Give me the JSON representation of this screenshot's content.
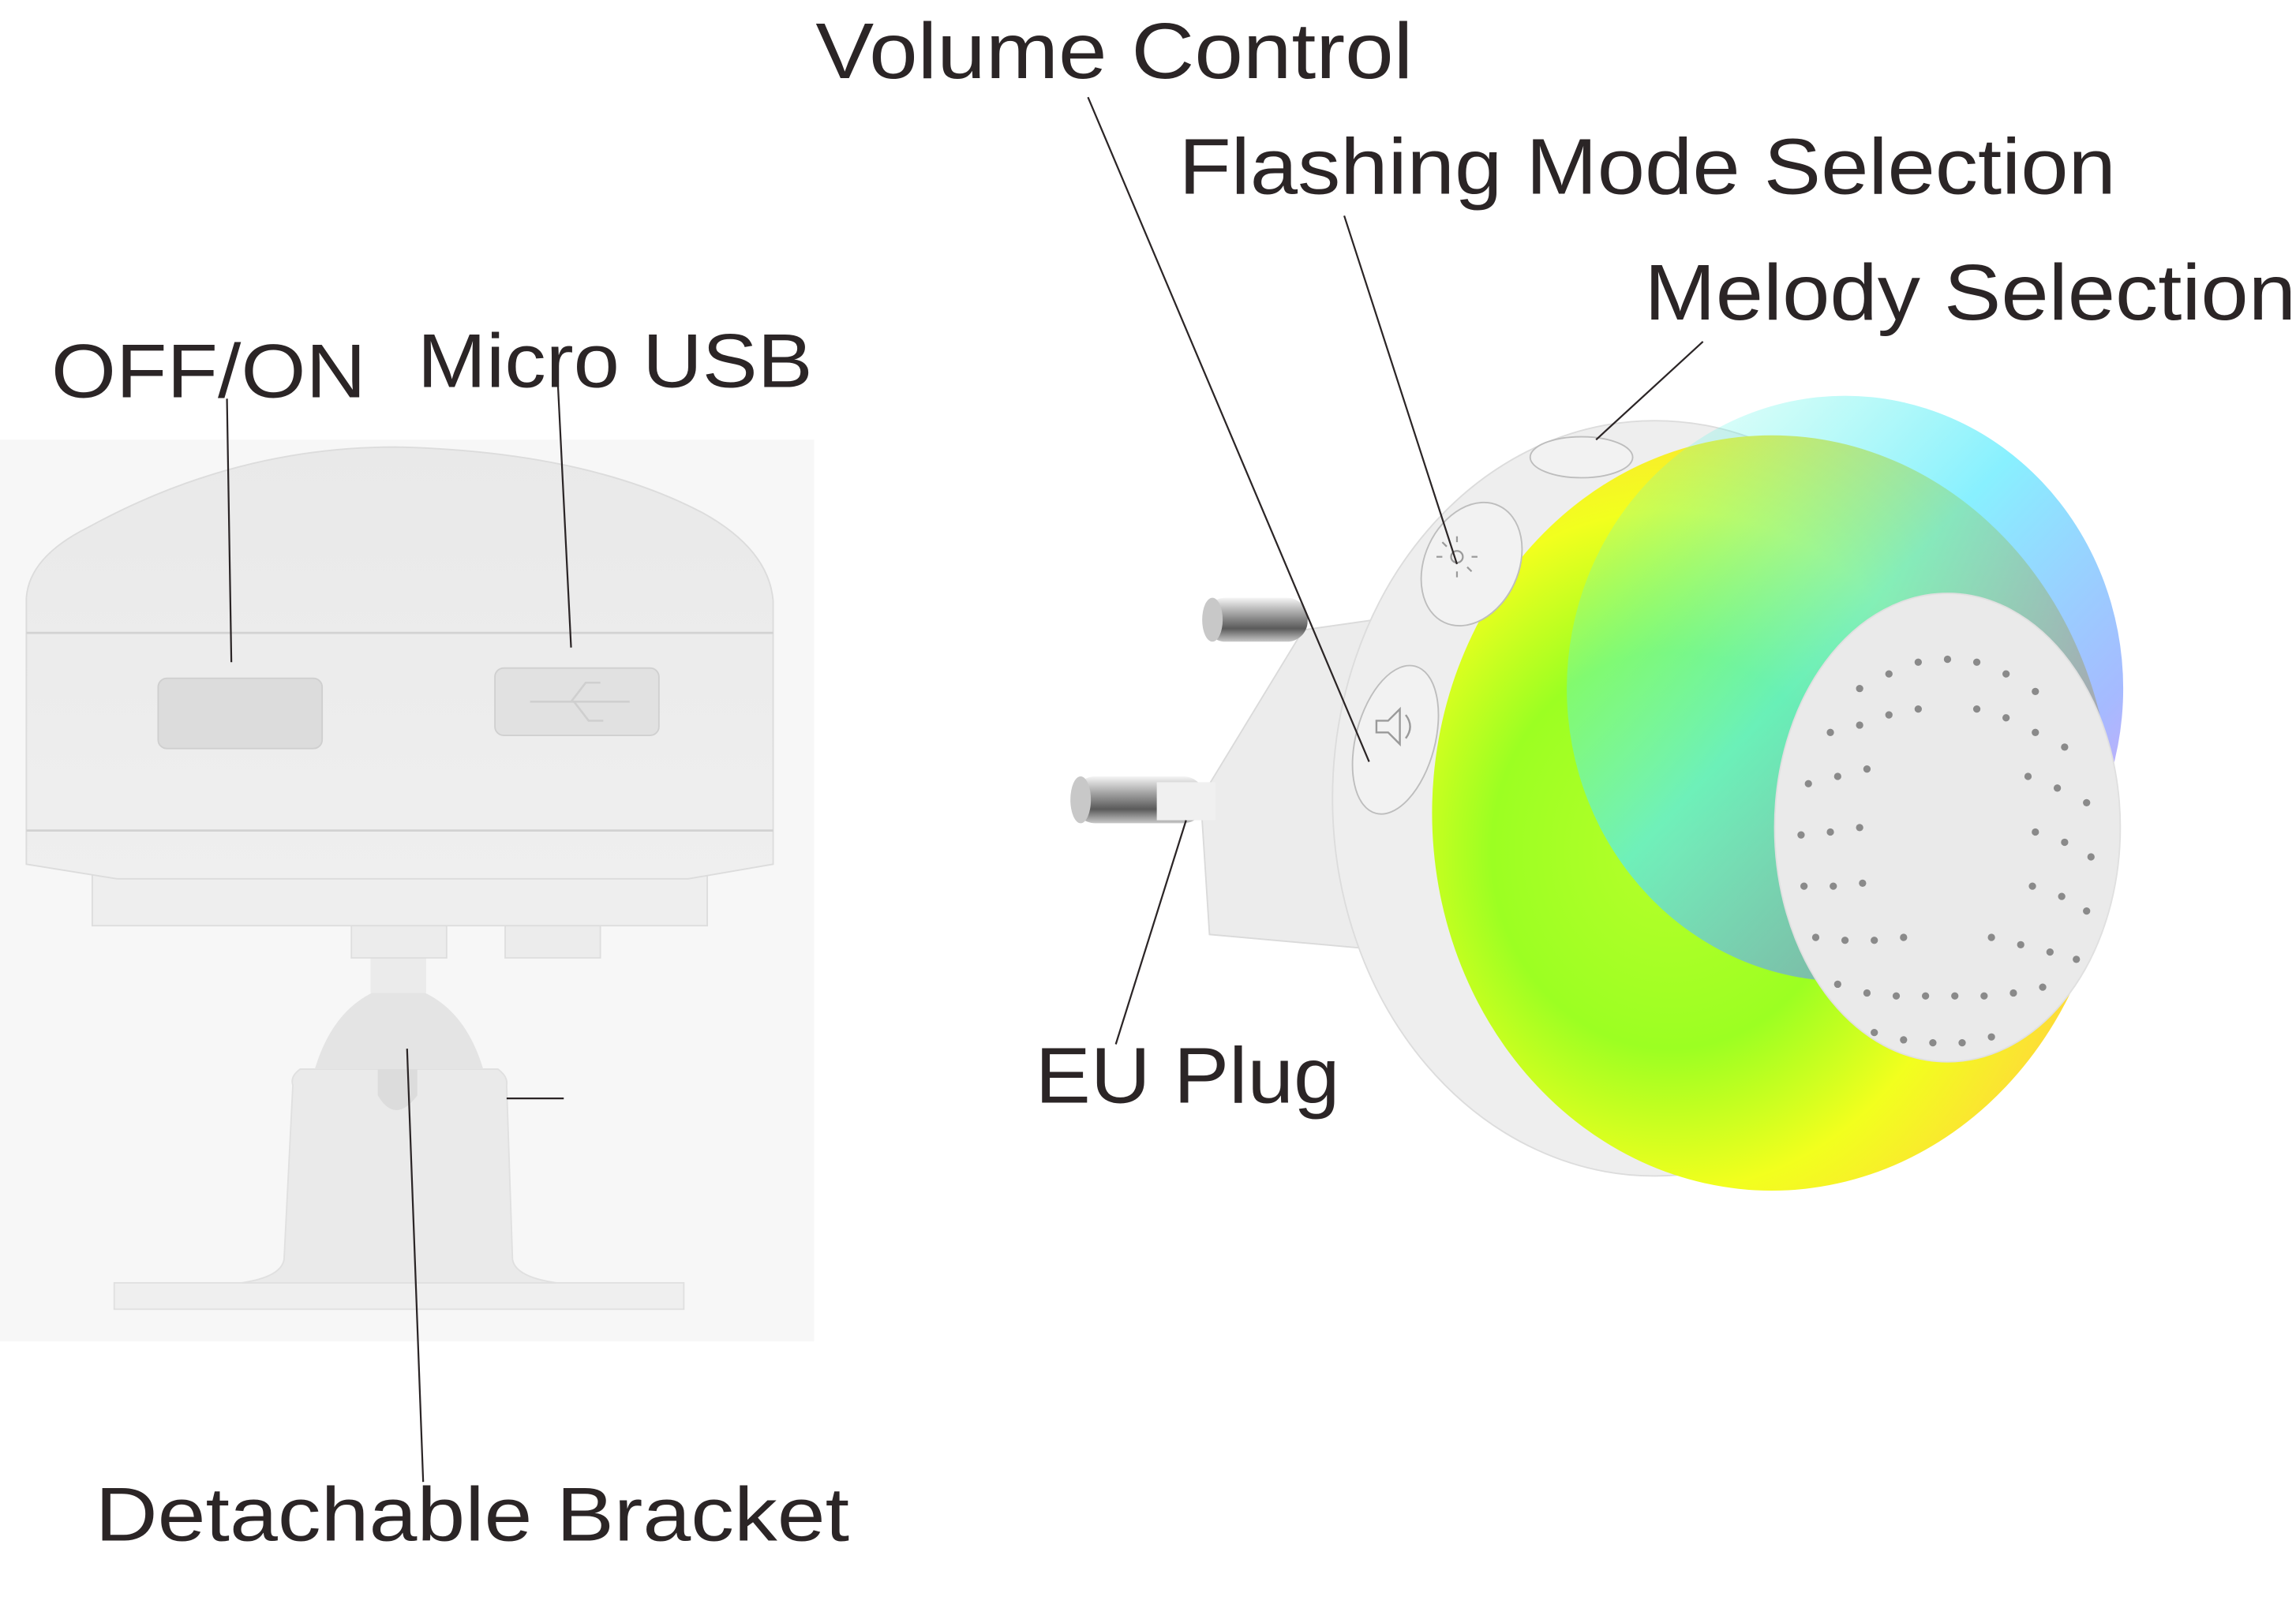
{
  "labels": {
    "off_on": "OFF/ON",
    "micro_usb": "Micro USB",
    "detachable_bracket": "Detachable Bracket",
    "volume_control": "Volume Control",
    "flashing_mode_selection": "Flashing Mode Selection",
    "melody_selection": "Melody Selection",
    "eu_plug": "EU Plug"
  },
  "devices": {
    "left": {
      "name": "receiver-with-bracket",
      "body_color": "#eeeeee"
    },
    "right": {
      "name": "rgb-plug-in-receiver",
      "ring_colors": [
        "#4fe6ff",
        "#9cff2a",
        "#ffee22",
        "#ff5ae6",
        "#8c5cff"
      ]
    }
  },
  "colors": {
    "text": "#2b2526",
    "background": "#ffffff",
    "panel": "#f6f6f6"
  }
}
